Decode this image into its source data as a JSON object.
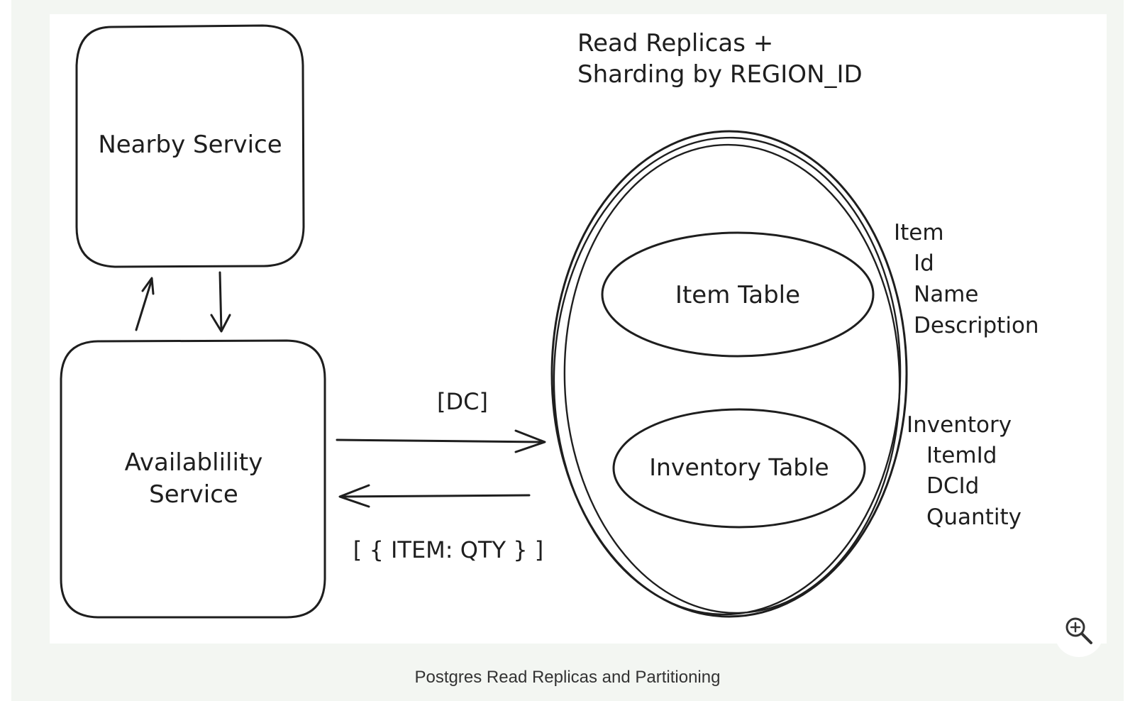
{
  "diagram": {
    "title_line1": "Read Replicas +",
    "title_line2": "Sharding by REGION_ID",
    "nearby_service": "Nearby Service",
    "availability_service_line1": "Availablility",
    "availability_service_line2": "Service",
    "request_label": "[DC]",
    "response_label": "[ { ITEM: QTY } ]",
    "item_table": "Item Table",
    "inventory_table": "Inventory Table",
    "item_schema": {
      "name": "Item",
      "fields": [
        "Id",
        "Name",
        "Description"
      ]
    },
    "inventory_schema": {
      "name": "Inventory",
      "fields": [
        "ItemId",
        "DCId",
        "Quantity"
      ]
    }
  },
  "zoom": {
    "icon": "zoom-in-icon"
  },
  "caption": "Postgres Read Replicas and Partitioning"
}
